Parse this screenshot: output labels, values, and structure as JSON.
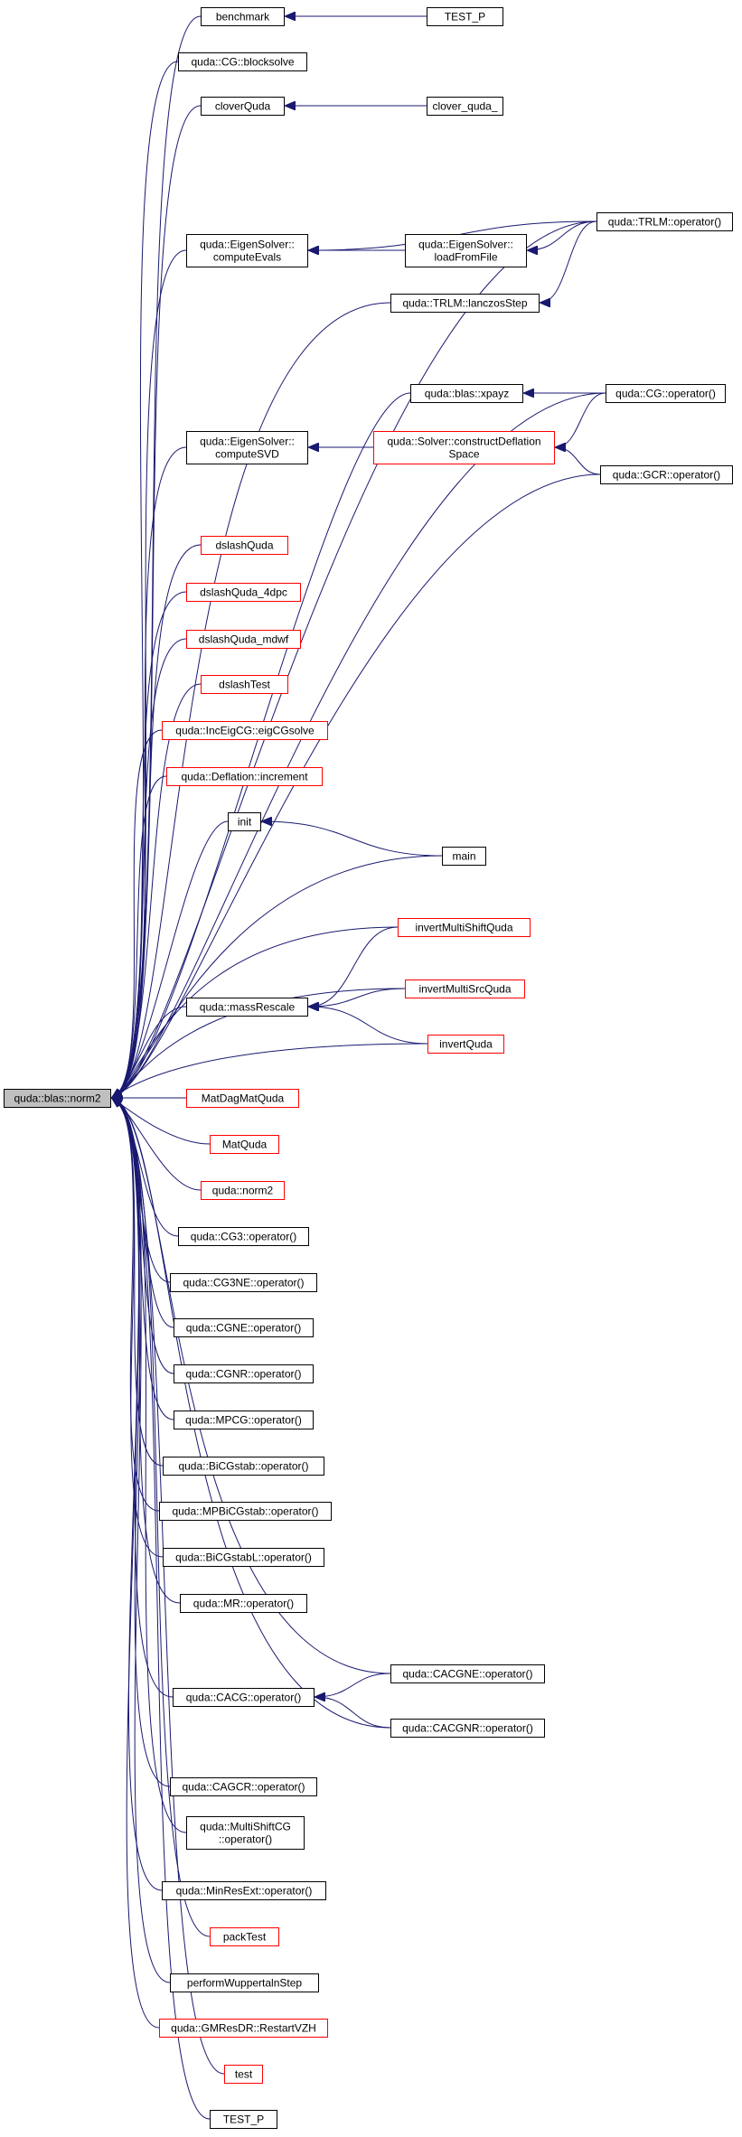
{
  "colors": {
    "edge": "#191970",
    "node_border": "#000000",
    "node_border_incomplete": "#ff0000",
    "root_fill": "#bfbfbf",
    "background": "#ffffff"
  },
  "nodes": {
    "root": {
      "lines": [
        "quda::blas::norm2"
      ],
      "style": "root"
    },
    "benchmark": {
      "lines": [
        "benchmark"
      ],
      "style": "normal"
    },
    "test_p_top": {
      "lines": [
        "TEST_P"
      ],
      "style": "normal"
    },
    "cg_blocksolve": {
      "lines": [
        "quda::CG::blocksolve"
      ],
      "style": "normal"
    },
    "cloverquda": {
      "lines": [
        "cloverQuda"
      ],
      "style": "normal"
    },
    "clover_quda_": {
      "lines": [
        "clover_quda_"
      ],
      "style": "normal"
    },
    "eig_computeevals": {
      "lines": [
        "quda::EigenSolver::",
        "computeEvals"
      ],
      "style": "normal"
    },
    "eig_loadfromfile": {
      "lines": [
        "quda::EigenSolver::",
        "loadFromFile"
      ],
      "style": "normal"
    },
    "trlm_operator": {
      "lines": [
        "quda::TRLM::operator()"
      ],
      "style": "normal"
    },
    "trlm_lanczos": {
      "lines": [
        "quda::TRLM::lanczosStep"
      ],
      "style": "normal"
    },
    "blas_xpayz": {
      "lines": [
        "quda::blas::xpayz"
      ],
      "style": "normal"
    },
    "cg_operator": {
      "lines": [
        "quda::CG::operator()"
      ],
      "style": "normal"
    },
    "eig_computesvd": {
      "lines": [
        "quda::EigenSolver::",
        "computeSVD"
      ],
      "style": "normal"
    },
    "solver_defl": {
      "lines": [
        "quda::Solver::constructDeflation",
        "Space"
      ],
      "style": "red"
    },
    "gcr_operator": {
      "lines": [
        "quda::GCR::operator()"
      ],
      "style": "normal"
    },
    "dslashquda": {
      "lines": [
        "dslashQuda"
      ],
      "style": "red"
    },
    "dslashquda_4dpc": {
      "lines": [
        "dslashQuda_4dpc"
      ],
      "style": "red"
    },
    "dslashquda_mdwf": {
      "lines": [
        "dslashQuda_mdwf"
      ],
      "style": "red"
    },
    "dslashtest": {
      "lines": [
        "dslashTest"
      ],
      "style": "red"
    },
    "inceigcg": {
      "lines": [
        "quda::IncEigCG::eigCGsolve"
      ],
      "style": "red"
    },
    "deflation_inc": {
      "lines": [
        "quda::Deflation::increment"
      ],
      "style": "red"
    },
    "init": {
      "lines": [
        "init"
      ],
      "style": "normal"
    },
    "main": {
      "lines": [
        "main"
      ],
      "style": "normal"
    },
    "invertmultishift": {
      "lines": [
        "invertMultiShiftQuda"
      ],
      "style": "red"
    },
    "massrescale": {
      "lines": [
        "quda::massRescale"
      ],
      "style": "normal"
    },
    "invertmultisrc": {
      "lines": [
        "invertMultiSrcQuda"
      ],
      "style": "red"
    },
    "invertquda": {
      "lines": [
        "invertQuda"
      ],
      "style": "red"
    },
    "matdagmat": {
      "lines": [
        "MatDagMatQuda"
      ],
      "style": "red"
    },
    "matquda": {
      "lines": [
        "MatQuda"
      ],
      "style": "red"
    },
    "quda_norm2": {
      "lines": [
        "quda::norm2"
      ],
      "style": "red"
    },
    "cg3_op": {
      "lines": [
        "quda::CG3::operator()"
      ],
      "style": "normal"
    },
    "cg3ne_op": {
      "lines": [
        "quda::CG3NE::operator()"
      ],
      "style": "normal"
    },
    "cgne_op": {
      "lines": [
        "quda::CGNE::operator()"
      ],
      "style": "normal"
    },
    "cgnr_op": {
      "lines": [
        "quda::CGNR::operator()"
      ],
      "style": "normal"
    },
    "mpcg_op": {
      "lines": [
        "quda::MPCG::operator()"
      ],
      "style": "normal"
    },
    "bicgstab_op": {
      "lines": [
        "quda::BiCGstab::operator()"
      ],
      "style": "normal"
    },
    "mpbicgstab_op": {
      "lines": [
        "quda::MPBiCGstab::operator()"
      ],
      "style": "normal"
    },
    "bicgstabl_op": {
      "lines": [
        "quda::BiCGstabL::operator()"
      ],
      "style": "normal"
    },
    "mr_op": {
      "lines": [
        "quda::MR::operator()"
      ],
      "style": "normal"
    },
    "cacgne_op": {
      "lines": [
        "quda::CACGNE::operator()"
      ],
      "style": "normal"
    },
    "cacg_op": {
      "lines": [
        "quda::CACG::operator()"
      ],
      "style": "normal"
    },
    "cacgnr_op": {
      "lines": [
        "quda::CACGNR::operator()"
      ],
      "style": "normal"
    },
    "cagcr_op": {
      "lines": [
        "quda::CAGCR::operator()"
      ],
      "style": "normal"
    },
    "multishiftcg_op": {
      "lines": [
        "quda::MultiShiftCG",
        "::operator()"
      ],
      "style": "normal"
    },
    "minresext_op": {
      "lines": [
        "quda::MinResExt::operator()"
      ],
      "style": "normal"
    },
    "packtest": {
      "lines": [
        "packTest"
      ],
      "style": "red"
    },
    "wuppertal": {
      "lines": [
        "performWuppertalnStep"
      ],
      "style": "normal"
    },
    "gmresdr": {
      "lines": [
        "quda::GMResDR::RestartVZH"
      ],
      "style": "red"
    },
    "test": {
      "lines": [
        "test"
      ],
      "style": "red"
    },
    "test_p_bottom": {
      "lines": [
        "TEST_P"
      ],
      "style": "normal"
    }
  },
  "edges": [
    [
      "benchmark",
      "root"
    ],
    [
      "test_p_top",
      "benchmark"
    ],
    [
      "cg_blocksolve",
      "root"
    ],
    [
      "cloverquda",
      "root"
    ],
    [
      "clover_quda_",
      "cloverquda"
    ],
    [
      "trlm_operator",
      "root"
    ],
    [
      "eig_computeevals",
      "root"
    ],
    [
      "trlm_operator",
      "eig_computeevals"
    ],
    [
      "eig_loadfromfile",
      "eig_computeevals"
    ],
    [
      "trlm_operator",
      "eig_loadfromfile"
    ],
    [
      "trlm_lanczos",
      "root"
    ],
    [
      "trlm_operator",
      "trlm_lanczos"
    ],
    [
      "cg_operator",
      "root"
    ],
    [
      "blas_xpayz",
      "root"
    ],
    [
      "cg_operator",
      "blas_xpayz"
    ],
    [
      "eig_computesvd",
      "root"
    ],
    [
      "solver_defl",
      "eig_computesvd"
    ],
    [
      "cg_operator",
      "solver_defl"
    ],
    [
      "gcr_operator",
      "solver_defl"
    ],
    [
      "gcr_operator",
      "root"
    ],
    [
      "dslashquda",
      "root"
    ],
    [
      "dslashquda_4dpc",
      "root"
    ],
    [
      "dslashquda_mdwf",
      "root"
    ],
    [
      "dslashtest",
      "root"
    ],
    [
      "inceigcg",
      "root"
    ],
    [
      "deflation_inc",
      "root"
    ],
    [
      "init",
      "root"
    ],
    [
      "main",
      "init"
    ],
    [
      "main",
      "root"
    ],
    [
      "invertmultishift",
      "root"
    ],
    [
      "invertmultisrc",
      "root"
    ],
    [
      "massrescale",
      "root"
    ],
    [
      "invertmultishift",
      "massrescale"
    ],
    [
      "invertmultisrc",
      "massrescale"
    ],
    [
      "invertquda",
      "massrescale"
    ],
    [
      "invertquda",
      "root"
    ],
    [
      "matdagmat",
      "root"
    ],
    [
      "matquda",
      "root"
    ],
    [
      "quda_norm2",
      "root"
    ],
    [
      "cg3_op",
      "root"
    ],
    [
      "cg3ne_op",
      "root"
    ],
    [
      "cgne_op",
      "root"
    ],
    [
      "cgnr_op",
      "root"
    ],
    [
      "mpcg_op",
      "root"
    ],
    [
      "bicgstab_op",
      "root"
    ],
    [
      "mpbicgstab_op",
      "root"
    ],
    [
      "bicgstabl_op",
      "root"
    ],
    [
      "mr_op",
      "root"
    ],
    [
      "cacgne_op",
      "root"
    ],
    [
      "cacg_op",
      "root"
    ],
    [
      "cacgne_op",
      "cacg_op"
    ],
    [
      "cacgnr_op",
      "cacg_op"
    ],
    [
      "cacgnr_op",
      "root"
    ],
    [
      "cagcr_op",
      "root"
    ],
    [
      "multishiftcg_op",
      "root"
    ],
    [
      "minresext_op",
      "root"
    ],
    [
      "packtest",
      "root"
    ],
    [
      "wuppertal",
      "root"
    ],
    [
      "gmresdr",
      "root"
    ],
    [
      "test",
      "root"
    ],
    [
      "test_p_bottom",
      "root"
    ]
  ]
}
